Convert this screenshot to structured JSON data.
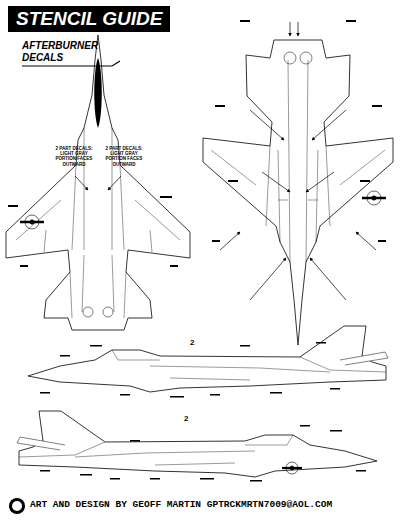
{
  "diagram": {
    "title": "STENCIL GUIDE",
    "caption": "ART AND DESIGN BY GEOFF MARTIN GPTRCKMRTN7009@AOL.COM",
    "labels": [
      "AFTERBURNER DECALS",
      "2 PART DECALS: LIGHT GRAY PORTION FACES OUTWARD",
      "2 PART DECALS: LIGHT GRAY PORTION FACES OUTWARD",
      "2",
      "2"
    ]
  }
}
